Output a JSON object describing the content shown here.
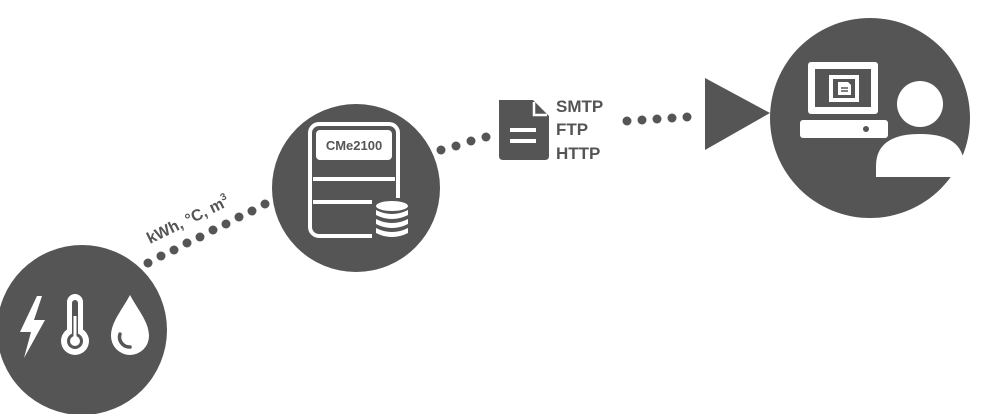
{
  "diagram": {
    "link_label": {
      "prefix": "kWh, °C, m",
      "superscript": "3"
    },
    "device": {
      "name": "CMe2100"
    },
    "protocols": [
      "SMTP",
      "FTP",
      "HTTP"
    ],
    "colors": {
      "circle": "#555555",
      "dots": "#555555",
      "icon": "#ffffff",
      "text": "#555555"
    },
    "icons": {
      "sensors": [
        "lightning-bolt-icon",
        "thermometer-icon",
        "water-drop-icon"
      ],
      "gateway": [
        "meter-device-icon",
        "database-icon"
      ],
      "transfer": [
        "document-icon",
        "arrow-triangle-icon"
      ],
      "receiver": [
        "computer-icon",
        "user-icon"
      ]
    }
  }
}
